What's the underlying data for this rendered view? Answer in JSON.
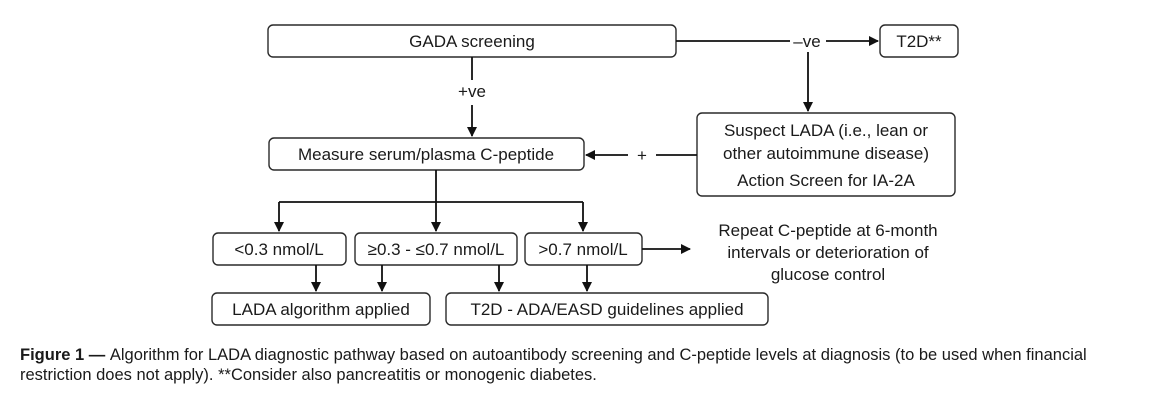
{
  "boxes": {
    "gada": "GADA screening",
    "t2d": "T2D**",
    "cpeptide": "Measure serum/plasma C-peptide",
    "suspect_line1": "Suspect LADA (i.e., lean or",
    "suspect_line2": "other autoimmune disease)",
    "suspect_line3": "Action Screen for IA-2A",
    "low": "<0.3 nmol/L",
    "mid": "≥0.3 - ≤0.7 nmol/L",
    "high": ">0.7 nmol/L",
    "lada_algo": "LADA algorithm applied",
    "t2d_guidelines": "T2D - ADA/EASD guidelines applied"
  },
  "edge_labels": {
    "negative": "–ve",
    "positive": "+ve",
    "plus": "+"
  },
  "repeat_note": {
    "line1": "Repeat C-peptide at 6-month",
    "line2": "intervals or deterioration of",
    "line3": "glucose control"
  },
  "caption": {
    "label": "Figure 1",
    "dash": " — ",
    "text": "Algorithm for LADA diagnostic pathway based on autoantibody screening and C-peptide levels at diagnosis (to be used when financial restriction does not apply). **Consider also pancreatitis or monogenic diabetes."
  }
}
